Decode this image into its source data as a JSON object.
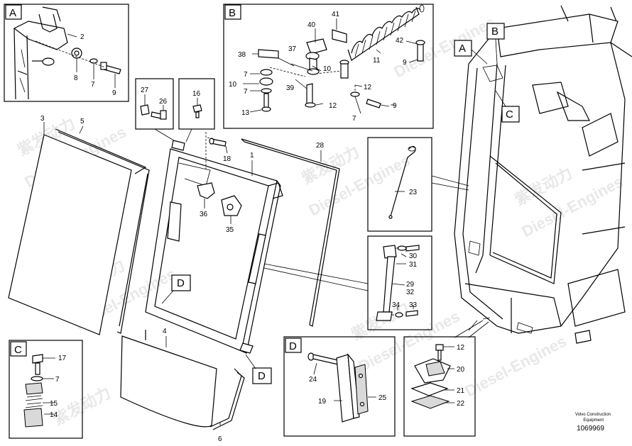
{
  "watermark": {
    "text_cn": "紫发动力",
    "text_en": "Diesel-Engines"
  },
  "detail_boxes": {
    "A": "A",
    "B": "B",
    "C": "C",
    "D": "D"
  },
  "callouts": {
    "A": "A",
    "B": "B",
    "C": "C",
    "D1": "D",
    "D2": "D"
  },
  "part_numbers": {
    "p1": "1",
    "p2": "2",
    "p3": "3",
    "p4": "4",
    "p5": "5",
    "p6": "6",
    "p7a": "7",
    "p7b": "7",
    "p7c": "7",
    "p7d": "7",
    "p7e": "7",
    "p8": "8",
    "p9a": "9",
    "p9b": "9",
    "p9c": "9",
    "p10a": "10",
    "p10b": "10",
    "p11": "11",
    "p12a": "12",
    "p12b": "12",
    "p12c": "12",
    "p13": "13",
    "p14": "14",
    "p15": "15",
    "p16": "16",
    "p17": "17",
    "p18": "18",
    "p19": "19",
    "p20": "20",
    "p21": "21",
    "p22": "22",
    "p23": "23",
    "p24": "24",
    "p25": "25",
    "p26": "26",
    "p27": "27",
    "p28": "28",
    "p2932": "29\n32",
    "p29": "29",
    "p32": "32",
    "p30": "30",
    "p31": "31",
    "p33": "33",
    "p34": "34",
    "p35": "35",
    "p36": "36",
    "p37": "37",
    "p38": "38",
    "p39": "39",
    "p40": "40",
    "p41": "41",
    "p42": "42"
  },
  "footer": {
    "brand_line1": "Volvo Construction",
    "brand_line2": "Equipment",
    "drawing_number": "1069969"
  }
}
